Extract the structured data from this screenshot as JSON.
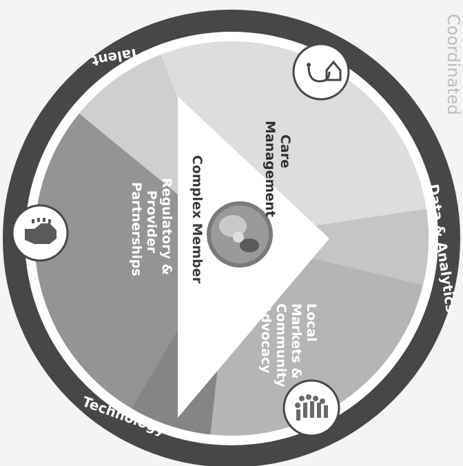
{
  "center": {
    "label": "Complex Member"
  },
  "segments": [
    {
      "label_lines": [
        "Care",
        "Management"
      ]
    },
    {
      "label_lines": [
        "Local",
        "Markets &",
        "Community",
        "Advocacy"
      ]
    },
    {
      "label_lines": [
        "Regulatory &",
        "Provider",
        "Partnerships"
      ]
    }
  ],
  "ring": {
    "labels": {
      "top": "Data & Analytics",
      "left": "Talent",
      "bottom": "Technology"
    }
  },
  "icons": [
    "stethoscope-house-icon",
    "people-group-icon",
    "handshake-icon"
  ],
  "edge_text": "Coordinated",
  "colors": {
    "ring": "#474747",
    "segment_light": "#dcdcdc",
    "segment_mid": "#a9a9a9",
    "segment_dark": "#8a8a8a",
    "center_triangle": "#ffffff"
  }
}
